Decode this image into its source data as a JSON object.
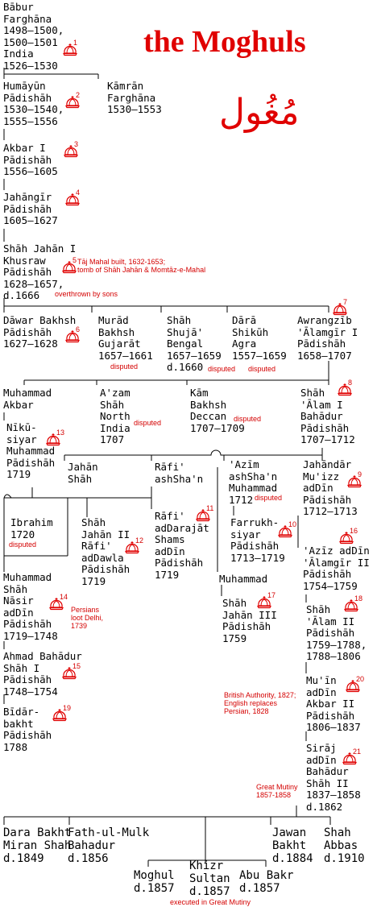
{
  "title": "the Moghuls",
  "title_urdu": "مُغُول",
  "colors": {
    "accent": "#e00000",
    "line": "#000000",
    "text": "#000000"
  },
  "icon": "crown-icon",
  "people": {
    "babur": "Bābur\nFarghāna\n1498–1500,\n1500–1501\nIndia\n1526–1530",
    "humayun": "Humāyūn\nPādishāh\n1530–1540,\n1555–1556",
    "kamran": "Kāmrān\nFarghāna\n1530–1553",
    "akbar1": "Akbar I\nPādishāh\n1556–1605",
    "jahangir": "Jahāngīr\nPādishāh\n1605–1627",
    "shahjahan1": "Shāh Jahān I\nKhusraw\nPādishāh\n1628–1657,\nd.1666",
    "dawar": "Dāwar Bakhsh\nPādishāh\n1627–1628",
    "murad": "Murād\nBakhsh\nGujarāt\n1657–1661",
    "shuja": "Shāh\nShujā'\nBengal\n1657–1659\nd.1660",
    "dara": "Dārā\nShikūh\nAgra\n1557–1659",
    "awrangzib": "Awrangzīb\n'Ālamgīr I\nPādishāh\n1658–1707",
    "muhammad_akbar": "Muhammad\nAkbar",
    "azam": "A'zam\nShāh\nNorth\nIndia\n1707",
    "kam_bakhsh": "Kām\nBakhsh\nDeccan\n1707–1709",
    "shah_alam1": "Shāh\n'Ālam I\nBahādur\nPādishāh\n1707–1712",
    "nikusiyar": "Nīkū-\nsiyar\nMuhammad\nPādishāh\n1719",
    "jahan_shah": "Jahān\nShāh",
    "rafi_ashshan": "Rāfi'\nashSha'n",
    "azim_ashshan": "'Azīm\nashSha'n\nMuhammad\n1712",
    "jahandar": "Jahāndār\nMu'izz\nadDīn\nPādishāh\n1712–1713",
    "ibrahim": "Ibrahim\n1720",
    "shahjahan2": "Shāh\nJahān II\nRāfi'\nadDawla\nPādishāh\n1719",
    "rafi_addarajat": "Rāfi'\nadDarajāt\nShams\nadDīn\nPādishāh\n1719",
    "farrukhsiyar": "Farrukh-\nsiyar\nPādishāh\n1713–1719",
    "aziz_addin": "'Azīz adDīn\n'Ālamgīr II\nPādishāh\n1754–1759",
    "muhammad_shah": "Muhammad\nShāh\nNāsir\nadDīn\nPādishāh\n1719–1748",
    "muhammad_son": "Muhammad",
    "shahjahan3": "Shāh\nJahān III\nPādishāh\n1759",
    "shah_alam2": "Shāh\n'Ālam II\nPādishāh\n1759–1788,\n1788–1806",
    "ahmad_bahadur": "Ahmad Bahādur\nShāh I\nPādishāh\n1748–1754",
    "bidar_bakht": "Bīdār-\nbakht\nPādishāh\n1788",
    "muin_akbar2": "Mu'īn\nadDīn\nAkbar II\nPādishāh\n1806–1837",
    "siraj_bahadur": "Sirāj\nadDīn\nBahādur\nShāh II\n1837–1858\nd.1862",
    "dara_bakht": "Dara Bakht\nMiran Shah\nd.1849",
    "fath_ul_mulk": "Fath-ul-Mulk\nBahadur\nd.1856",
    "jawan_bakht": "Jawan\nBakht\nd.1884",
    "shah_abbas": "Shah\nAbbas\nd.1910",
    "moghul": "Moghul\nd.1857",
    "khizr_sultan": "Khizr\nSultan\nd.1857",
    "abu_bakr": "Abu Bakr\nd.1857"
  },
  "notes": {
    "taj_mahal": "Tāj Mahal built, 1632-1653;\ntomb of Shāh Jahān & Momtāz-e-Mahal",
    "overthrown": "overthrown by sons",
    "disputed": "disputed",
    "persians": "Persians\nloot Delhi,\n1739",
    "british": "British Authority, 1827;\nEnglish replaces\nPersian, 1828",
    "great_mutiny": "Great Mutiny\n1857-1858",
    "executed": "executed in Great Mutiny"
  },
  "reign_numbers": [
    "1",
    "2",
    "3",
    "4",
    "5",
    "6",
    "7",
    "8",
    "9",
    "10",
    "11",
    "12",
    "13",
    "14",
    "15",
    "16",
    "17",
    "18",
    "19",
    "20",
    "21"
  ]
}
